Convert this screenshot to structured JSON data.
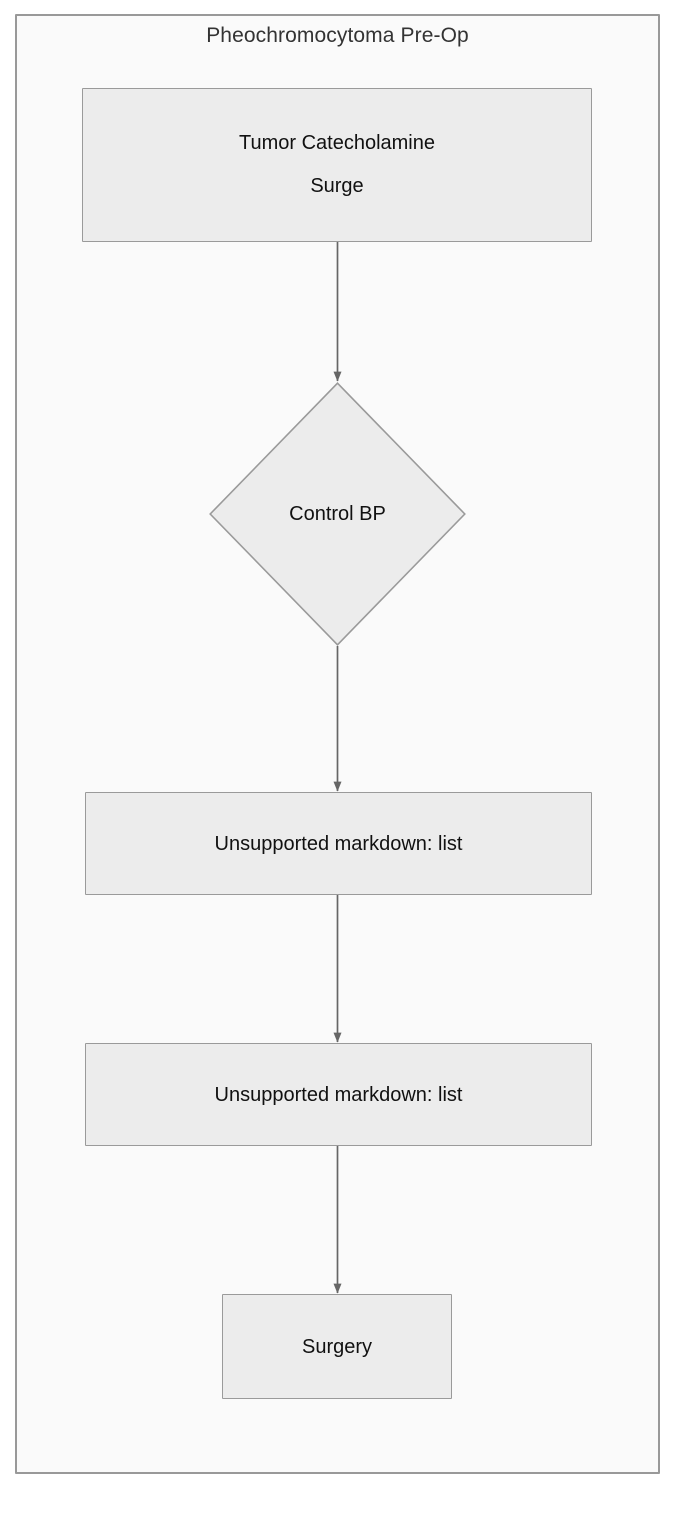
{
  "diagram": {
    "type": "flowchart",
    "orientation": "top-to-bottom",
    "subgraph": {
      "title": "Pheochromocytoma Pre-Op",
      "background_color": "#fafafa",
      "border_color": "#999999"
    },
    "style": {
      "node_fill": "#ececec",
      "node_border": "#9a9a9a",
      "node_text": "#111111",
      "edge_color": "#666666",
      "title_text": "#333333"
    },
    "nodes": [
      {
        "id": "tumor-surge",
        "shape": "rect",
        "label": "Tumor Catecholamine Surge",
        "label_line_1": "Tumor Catecholamine",
        "label_line_2": "Surge"
      },
      {
        "id": "control-bp",
        "shape": "diamond",
        "label": "Control BP"
      },
      {
        "id": "alpha-block",
        "shape": "rect",
        "label": "Unsupported markdown: list"
      },
      {
        "id": "beta-block",
        "shape": "rect",
        "label": "Unsupported markdown: list"
      },
      {
        "id": "surgery",
        "shape": "rect",
        "label": "Surgery"
      }
    ],
    "edges": [
      {
        "from": "tumor-surge",
        "to": "control-bp",
        "label": "",
        "arrow": "filled-triangle"
      },
      {
        "from": "control-bp",
        "to": "alpha-block",
        "label": "",
        "arrow": "filled-triangle"
      },
      {
        "from": "alpha-block",
        "to": "beta-block",
        "label": "",
        "arrow": "filled-triangle"
      },
      {
        "from": "beta-block",
        "to": "surgery",
        "label": "",
        "arrow": "filled-triangle"
      }
    ]
  }
}
